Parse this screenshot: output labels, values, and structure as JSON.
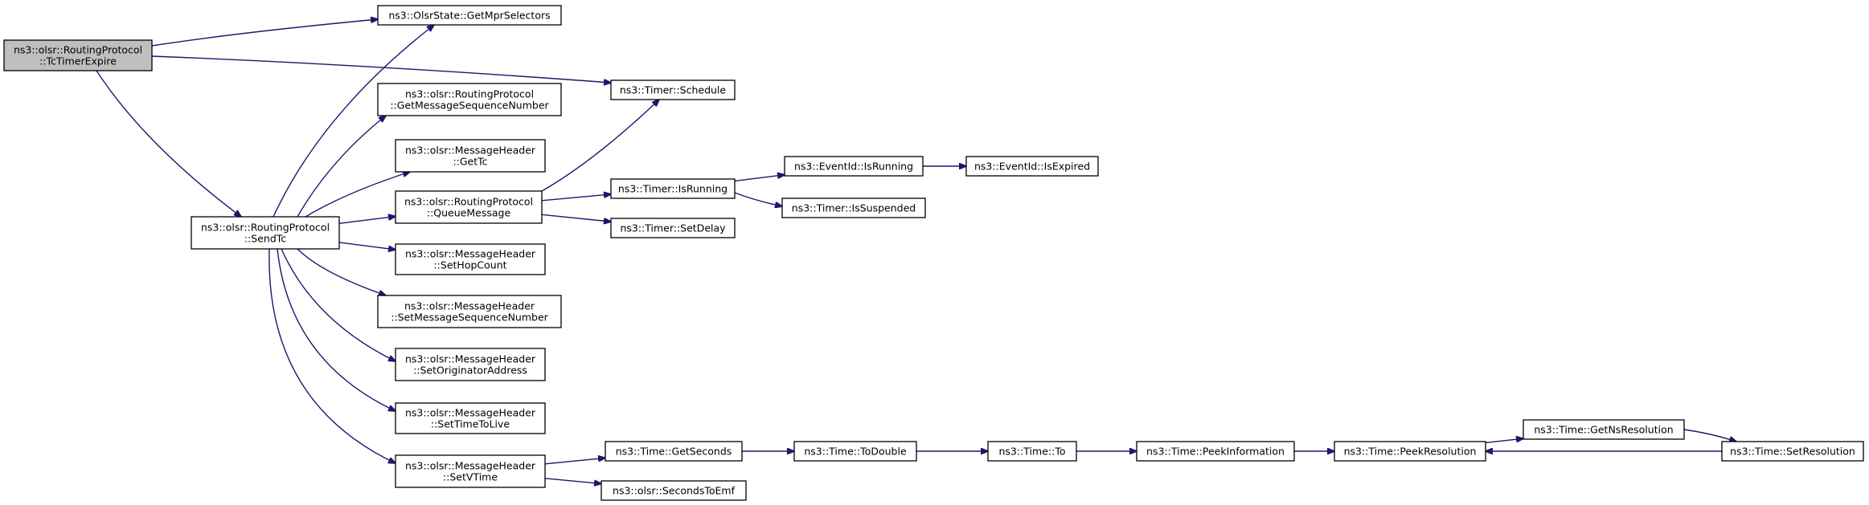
{
  "graph": {
    "colors": {
      "edge": "#191970",
      "root_fill": "#bfbfbf",
      "node_fill": "#ffffff",
      "border": "#000000"
    },
    "nodes": [
      {
        "id": "tctimerexpire",
        "lines": [
          "ns3::olsr::RoutingProtocol",
          "::TcTimerExpire"
        ],
        "root": true
      },
      {
        "id": "getmprselectors",
        "lines": [
          "ns3::OlsrState::GetMprSelectors"
        ]
      },
      {
        "id": "schedule",
        "lines": [
          "ns3::Timer::Schedule"
        ]
      },
      {
        "id": "sendtc",
        "lines": [
          "ns3::olsr::RoutingProtocol",
          "::SendTc"
        ]
      },
      {
        "id": "getmsgseq",
        "lines": [
          "ns3::olsr::RoutingProtocol",
          "::GetMessageSequenceNumber"
        ]
      },
      {
        "id": "gettc",
        "lines": [
          "ns3::olsr::MessageHeader",
          "::GetTc"
        ]
      },
      {
        "id": "queuemessage",
        "lines": [
          "ns3::olsr::RoutingProtocol",
          "::QueueMessage"
        ]
      },
      {
        "id": "sethopcount",
        "lines": [
          "ns3::olsr::MessageHeader",
          "::SetHopCount"
        ]
      },
      {
        "id": "setmsgseq",
        "lines": [
          "ns3::olsr::MessageHeader",
          "::SetMessageSequenceNumber"
        ]
      },
      {
        "id": "setorig",
        "lines": [
          "ns3::olsr::MessageHeader",
          "::SetOriginatorAddress"
        ]
      },
      {
        "id": "setttl",
        "lines": [
          "ns3::olsr::MessageHeader",
          "::SetTimeToLive"
        ]
      },
      {
        "id": "setvtime",
        "lines": [
          "ns3::olsr::MessageHeader",
          "::SetVTime"
        ]
      },
      {
        "id": "timerisrunning",
        "lines": [
          "ns3::Timer::IsRunning"
        ]
      },
      {
        "id": "setdelay",
        "lines": [
          "ns3::Timer::SetDelay"
        ]
      },
      {
        "id": "eventisrunning",
        "lines": [
          "ns3::EventId::IsRunning"
        ]
      },
      {
        "id": "issuspended",
        "lines": [
          "ns3::Timer::IsSuspended"
        ]
      },
      {
        "id": "isexpired",
        "lines": [
          "ns3::EventId::IsExpired"
        ]
      },
      {
        "id": "getseconds",
        "lines": [
          "ns3::Time::GetSeconds"
        ]
      },
      {
        "id": "secondstoemf",
        "lines": [
          "ns3::olsr::SecondsToEmf"
        ]
      },
      {
        "id": "todouble",
        "lines": [
          "ns3::Time::ToDouble"
        ]
      },
      {
        "id": "timeto",
        "lines": [
          "ns3::Time::To"
        ]
      },
      {
        "id": "peekinfo",
        "lines": [
          "ns3::Time::PeekInformation"
        ]
      },
      {
        "id": "peekres",
        "lines": [
          "ns3::Time::PeekResolution"
        ]
      },
      {
        "id": "getnsres",
        "lines": [
          "ns3::Time::GetNsResolution"
        ]
      },
      {
        "id": "setres",
        "lines": [
          "ns3::Time::SetResolution"
        ]
      }
    ],
    "edges": [
      {
        "from": "tctimerexpire",
        "to": "getmprselectors"
      },
      {
        "from": "tctimerexpire",
        "to": "schedule"
      },
      {
        "from": "tctimerexpire",
        "to": "sendtc"
      },
      {
        "from": "sendtc",
        "to": "getmprselectors"
      },
      {
        "from": "sendtc",
        "to": "getmsgseq"
      },
      {
        "from": "sendtc",
        "to": "gettc"
      },
      {
        "from": "sendtc",
        "to": "queuemessage"
      },
      {
        "from": "sendtc",
        "to": "sethopcount"
      },
      {
        "from": "sendtc",
        "to": "setmsgseq"
      },
      {
        "from": "sendtc",
        "to": "setorig"
      },
      {
        "from": "sendtc",
        "to": "setttl"
      },
      {
        "from": "sendtc",
        "to": "setvtime"
      },
      {
        "from": "queuemessage",
        "to": "schedule"
      },
      {
        "from": "queuemessage",
        "to": "timerisrunning"
      },
      {
        "from": "queuemessage",
        "to": "setdelay"
      },
      {
        "from": "timerisrunning",
        "to": "eventisrunning"
      },
      {
        "from": "timerisrunning",
        "to": "issuspended"
      },
      {
        "from": "eventisrunning",
        "to": "isexpired"
      },
      {
        "from": "setvtime",
        "to": "getseconds"
      },
      {
        "from": "setvtime",
        "to": "secondstoemf"
      },
      {
        "from": "getseconds",
        "to": "todouble"
      },
      {
        "from": "todouble",
        "to": "timeto"
      },
      {
        "from": "timeto",
        "to": "peekinfo"
      },
      {
        "from": "peekinfo",
        "to": "peekres"
      },
      {
        "from": "peekres",
        "to": "getnsres"
      },
      {
        "from": "getnsres",
        "to": "setres"
      },
      {
        "from": "setres",
        "to": "peekres"
      }
    ]
  }
}
